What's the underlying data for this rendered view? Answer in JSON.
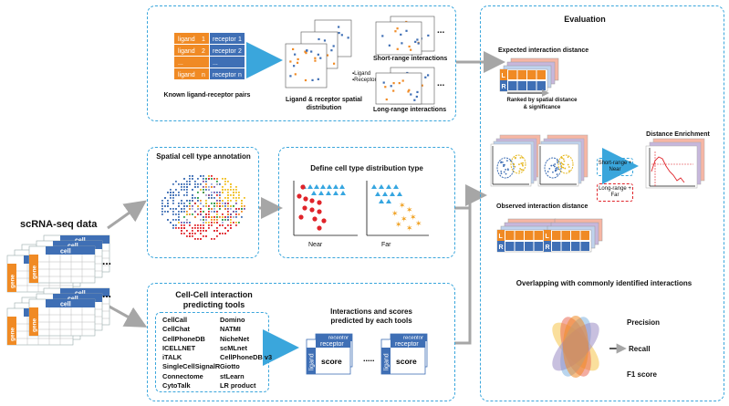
{
  "scrna": {
    "title": "scRNA-seq data",
    "cell": "cell",
    "gene": "gene",
    "ellipsis": "..."
  },
  "top": {
    "lr_rows": [
      {
        "ligand": "ligand",
        "lnum": "1",
        "receptor": "receptor",
        "rnum": "1"
      },
      {
        "ligand": "ligand",
        "lnum": "2",
        "receptor": "receptor",
        "rnum": "2"
      },
      {
        "ligand": "...",
        "lnum": "",
        "receptor": "...",
        "rnum": ""
      },
      {
        "ligand": "ligand",
        "lnum": "n",
        "receptor": "receptor",
        "rnum": "n"
      }
    ],
    "known_pairs": "Known ligand-receptor pairs",
    "spatial_dist": "Ligand & receptor spatial distribution",
    "legend_ligand": "Ligand",
    "legend_receptor": "Receptor",
    "short_range": "Short-range interactions",
    "long_range": "Long-range interactions",
    "ellipsis": "..."
  },
  "middle": {
    "spatial_title": "Spatial cell type annotation",
    "define_title": "Define cell type distribution type",
    "near": "Near",
    "far": "Far"
  },
  "bottom": {
    "tools_title": "Cell-Cell interaction predicting tools",
    "tools_col1": [
      "CellCall",
      "CellChat",
      "CellPhoneDB",
      "ICELLNET",
      "iTALK",
      "SingleCellSignalR",
      "Connectome",
      "CytoTalk"
    ],
    "tools_col2": [
      "Domino",
      "NATMI",
      "NicheNet",
      "scMLnet",
      "CellPhoneDB v3",
      "Giotto",
      "stLearn",
      "LR product"
    ],
    "scores_title": "Interactions and scores predicted by each tools",
    "receptor": "receptor",
    "ligand": "ligand",
    "score": "score",
    "ellipsis": "....."
  },
  "evaluation": {
    "title": "Evaluation",
    "expected": "Expected interaction distance",
    "ranked": "Ranked by spatial distance & significance",
    "des": "Distance Enrichment Score (DES)",
    "short_near": "Short-range + Near",
    "long_far": "Long-range + Far",
    "observed": "Observed interaction distance",
    "overlap": "Overlapping with commonly identified interactions",
    "precision": "Precision",
    "recall": "Recall",
    "f1": "F1 score",
    "L": "L",
    "R": "R"
  },
  "colors": {
    "dash": "#3aa6dc",
    "orange": "#f08a24",
    "blue": "#3f6fb5",
    "red": "#e0242a",
    "arrow": "#9a9a9a"
  }
}
